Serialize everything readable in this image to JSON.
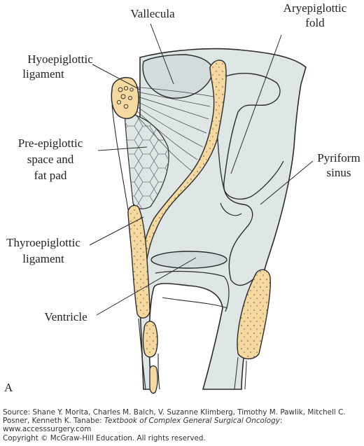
{
  "labels": {
    "vallecula": "Vallecula",
    "aryepiglottic_1": "Aryepiglottic",
    "aryepiglottic_2": "fold",
    "hyoepiglottic_1": "Hyoepiglottic",
    "hyoepiglottic_2": "ligament",
    "preepiglottic_1": "Pre-epiglottic",
    "preepiglottic_2": "space and",
    "preepiglottic_3": "fat pad",
    "pyriform_1": "Pyriform",
    "pyriform_2": "sinus",
    "thyroepiglottic_1": "Thyroepiglottic",
    "thyroepiglottic_2": "ligament",
    "ventricle": "Ventricle"
  },
  "panel_letter": "A",
  "caption": {
    "source_prefix": "Source: Shane Y. Morita, Charles M. Balch, V. Suzanne Klimberg, Timothy M. Pawlik, Mitchell C. Posner, Kenneth K. Tanabe: ",
    "book_title": "Textbook of Complex General Surgical Oncology",
    "colon": ":",
    "website": "www.accesssurgery.com",
    "copyright": "Copyright © McGraw-Hill Education. All rights reserved."
  },
  "colors": {
    "mucosa": "#dfe6e6",
    "cartilage": "#f5d9a0",
    "outline": "#2b2b2b"
  }
}
